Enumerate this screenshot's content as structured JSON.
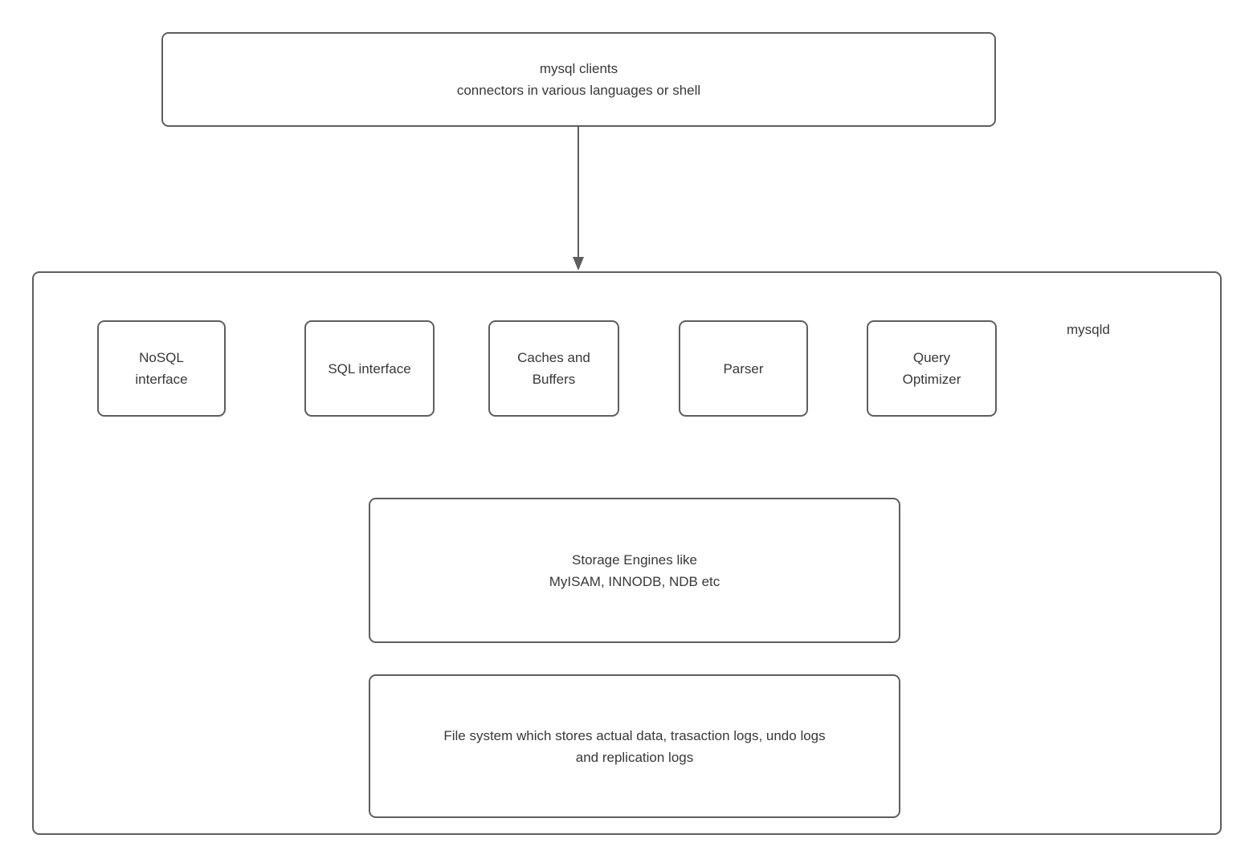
{
  "diagram": {
    "clients_box": {
      "label": "mysql clients\nconnectors in various languages or shell"
    },
    "arrow": {
      "from": "clients-box",
      "to": "mysqld-box",
      "direction": "down"
    },
    "mysqld": {
      "title": "mysqld",
      "components": [
        {
          "label": "NoSQL\ninterface"
        },
        {
          "label": "SQL interface"
        },
        {
          "label": "Caches and\nBuffers"
        },
        {
          "label": "Parser"
        },
        {
          "label": "Query\nOptimizer"
        }
      ],
      "storage_box": {
        "label": "Storage Engines like\nMyISAM, INNODB, NDB etc"
      },
      "filesystem_box": {
        "label": "File system which stores actual data, trasaction logs, undo logs\nand replication logs"
      }
    },
    "colors": {
      "stroke": "#5e5e5e",
      "text": "#383838",
      "background": "#ffffff"
    }
  }
}
